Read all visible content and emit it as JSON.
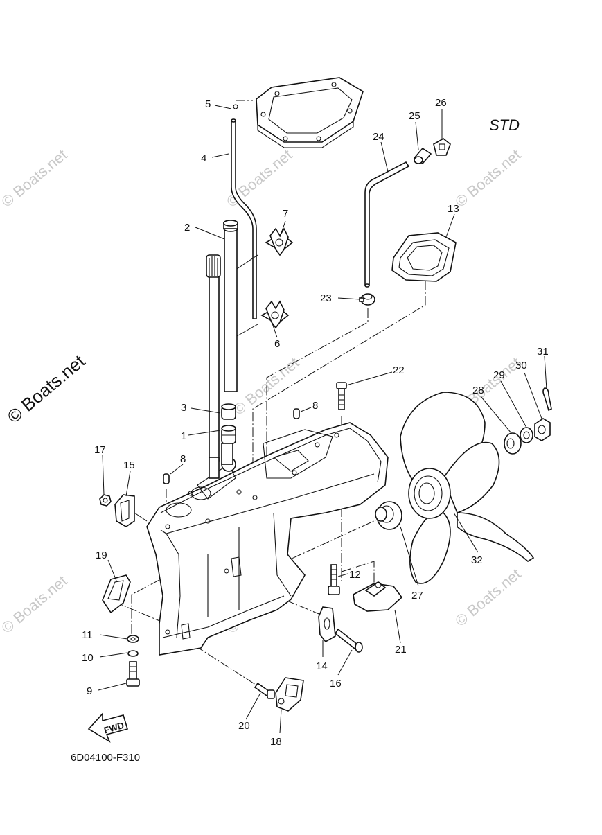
{
  "header": {
    "variant": "STD"
  },
  "footer": {
    "diagram_code": "6D04100-F310"
  },
  "watermark": {
    "text": "© Boats.net",
    "text_large": "© Boats.net"
  },
  "fwd_arrow": {
    "label": "FWD"
  },
  "callouts": {
    "c1": "1",
    "c2": "2",
    "c3": "3",
    "c4": "4",
    "c5": "5",
    "c6": "6",
    "c7": "7",
    "c8a": "8",
    "c8b": "8",
    "c9": "9",
    "c10": "10",
    "c11": "11",
    "c12": "12",
    "c13": "13",
    "c14": "14",
    "c15": "15",
    "c16": "16",
    "c17": "17",
    "c18": "18",
    "c19": "19",
    "c20": "20",
    "c21": "21",
    "c22": "22",
    "c23": "23",
    "c24": "24",
    "c25": "25",
    "c26": "26",
    "c27": "27",
    "c28": "28",
    "c29": "29",
    "c30": "30",
    "c31": "31",
    "c32": "32"
  }
}
